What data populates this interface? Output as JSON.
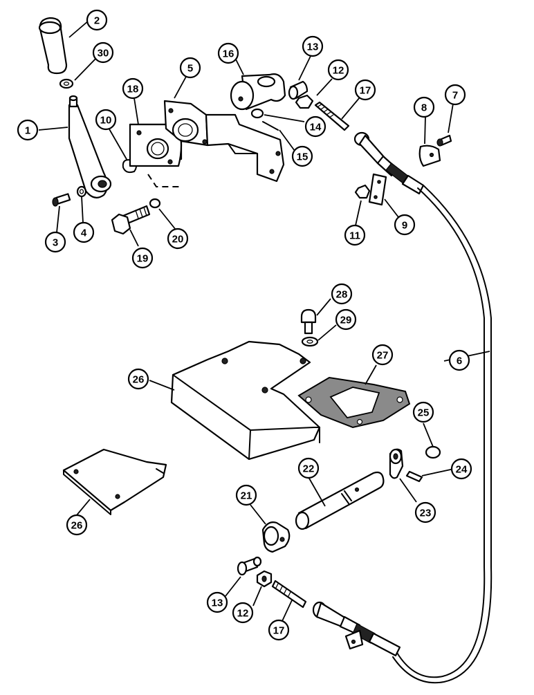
{
  "callouts": [
    {
      "id": "c-1",
      "label": "1"
    },
    {
      "id": "c-2",
      "label": "2"
    },
    {
      "id": "c-30",
      "label": "30"
    },
    {
      "id": "c-18",
      "label": "18"
    },
    {
      "id": "c-5",
      "label": "5"
    },
    {
      "id": "c-16",
      "label": "16"
    },
    {
      "id": "c-13a",
      "label": "13"
    },
    {
      "id": "c-12a",
      "label": "12"
    },
    {
      "id": "c-17a",
      "label": "17"
    },
    {
      "id": "c-8",
      "label": "8"
    },
    {
      "id": "c-7",
      "label": "7"
    },
    {
      "id": "c-14",
      "label": "14"
    },
    {
      "id": "c-15",
      "label": "15"
    },
    {
      "id": "c-10",
      "label": "10"
    },
    {
      "id": "c-3",
      "label": "3"
    },
    {
      "id": "c-4",
      "label": "4"
    },
    {
      "id": "c-19",
      "label": "19"
    },
    {
      "id": "c-20",
      "label": "20"
    },
    {
      "id": "c-11",
      "label": "11"
    },
    {
      "id": "c-9",
      "label": "9"
    },
    {
      "id": "c-28",
      "label": "28"
    },
    {
      "id": "c-29",
      "label": "29"
    },
    {
      "id": "c-27",
      "label": "27"
    },
    {
      "id": "c-26a",
      "label": "26"
    },
    {
      "id": "c-6",
      "label": "6"
    },
    {
      "id": "c-25",
      "label": "25"
    },
    {
      "id": "c-26b",
      "label": "26"
    },
    {
      "id": "c-22",
      "label": "22"
    },
    {
      "id": "c-24",
      "label": "24"
    },
    {
      "id": "c-21",
      "label": "21"
    },
    {
      "id": "c-23",
      "label": "23"
    },
    {
      "id": "c-13b",
      "label": "13"
    },
    {
      "id": "c-12b",
      "label": "12"
    },
    {
      "id": "c-17b",
      "label": "17"
    }
  ]
}
